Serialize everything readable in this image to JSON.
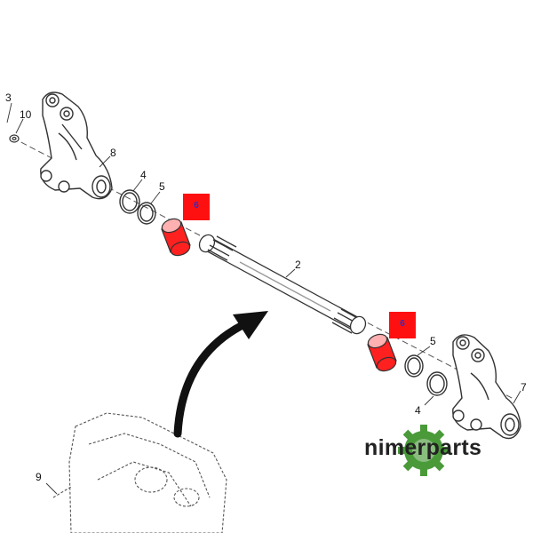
{
  "diagram": {
    "callouts": {
      "c3": "3",
      "c10": "10",
      "c8": "8",
      "c4_left": "4",
      "c5_left": "5",
      "c6_left": "6",
      "c2": "2",
      "c6_right": "6",
      "c5_right": "5",
      "c4_right": "4",
      "c7": "7",
      "c9": "9"
    },
    "highlight_color": "#ff1010",
    "arrow_color": "#111111"
  },
  "watermark": {
    "brand": "nimerparts",
    "logo_color": "#4a9a3a"
  }
}
